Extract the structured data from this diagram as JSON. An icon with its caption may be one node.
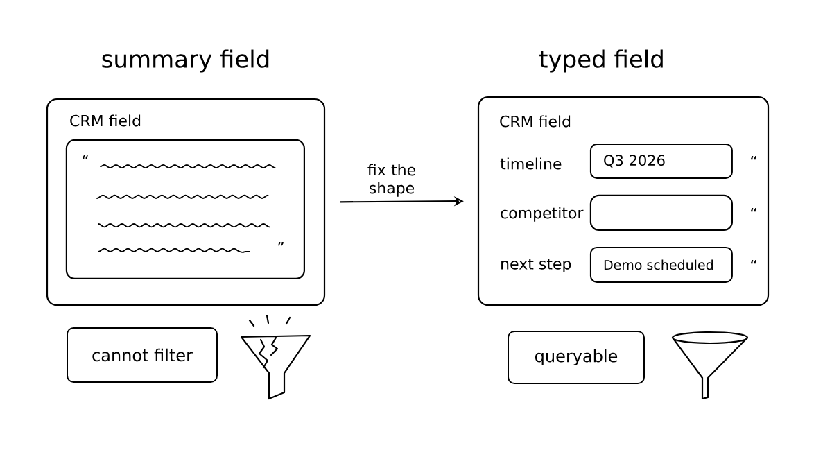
{
  "diagram": {
    "nodes": [
      {
        "text": [
          "CRM field"
        ]
      },
      {
        "text": [],
        "shape": "box",
        "in": 0
      },
      {
        "text": [
          "CRM field"
        ]
      },
      {
        "text": [
          "Q3 2026"
        ],
        "in": 2
      },
      {
        "text": [],
        "shape": "box",
        "in": 2
      },
      {
        "text": [
          "Demo scheduled"
        ],
        "in": 2
      },
      {
        "text": [
          "cannot filter"
        ]
      },
      {
        "text": [
          "queryable"
        ]
      }
    ],
    "edges": [
      {
        "from": 0,
        "to": 2,
        "arrow": "to",
        "label": "fix the shape"
      }
    ],
    "labels": [
      "summary field",
      "typed field",
      "“",
      "timeline",
      "“",
      "competitor",
      "“",
      "”",
      "next step",
      "“"
    ]
  }
}
